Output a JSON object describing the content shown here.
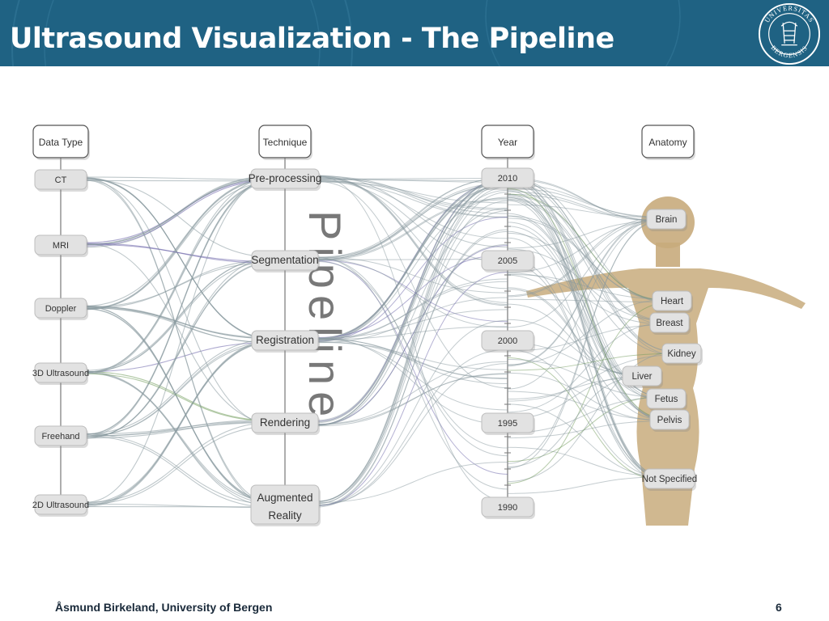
{
  "header": {
    "title": "Ultrasound Visualization - The Pipeline",
    "logo_text_top": "UNIVERSITAS",
    "logo_text_bottom": "BERGENSIS"
  },
  "diagram": {
    "watermark": "Pipeline",
    "axes": [
      {
        "title": "Data Type",
        "nodes": [
          "CT",
          "MRI",
          "Doppler",
          "3D Ultrasound",
          "Freehand",
          "2D Ultrasound"
        ]
      },
      {
        "title": "Technique",
        "nodes": [
          "Pre-processing",
          "Segmentation",
          "Registration",
          "Rendering",
          "Augmented Reality"
        ]
      },
      {
        "title": "Year",
        "nodes": [
          "2010",
          "2005",
          "2000",
          "1995",
          "1990"
        ]
      },
      {
        "title": "Anatomy",
        "nodes": [
          "Brain",
          "Heart",
          "Breast",
          "Kidney",
          "Liver",
          "Fetus",
          "Pelvis",
          "Not Specified"
        ]
      }
    ],
    "colors": {
      "curve_gray": "#8a9aa0",
      "curve_purple": "#6a63a8",
      "curve_green": "#6f9a5a",
      "body_skin": "#c8ab7c"
    }
  },
  "footer": {
    "author": "Åsmund Birkeland, University of Bergen",
    "page": "6"
  }
}
